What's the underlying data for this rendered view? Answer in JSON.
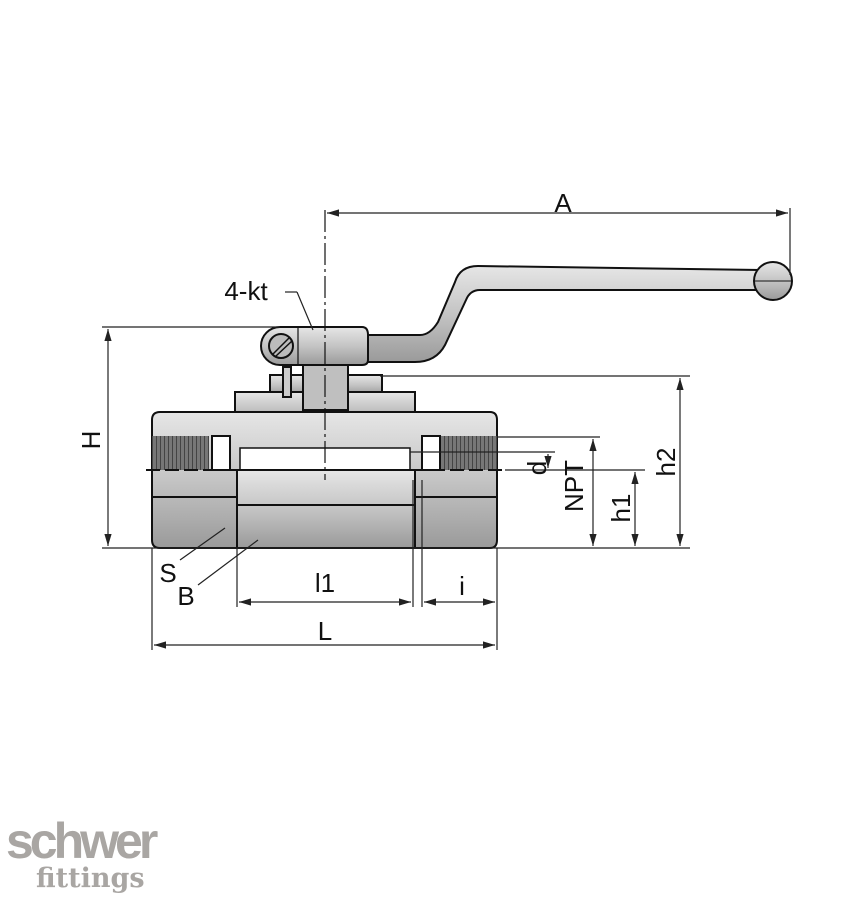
{
  "diagram": {
    "labels": {
      "A": "A",
      "square": "4-kt",
      "H": "H",
      "d": "d",
      "NPT": "NPT",
      "h1": "h1",
      "h2": "h2",
      "S": "S",
      "B": "B",
      "l1": "l1",
      "i": "i",
      "L": "L"
    }
  },
  "logo": {
    "line1": "schwer",
    "line2": "fittings",
    "color": "#a9a6a3"
  }
}
